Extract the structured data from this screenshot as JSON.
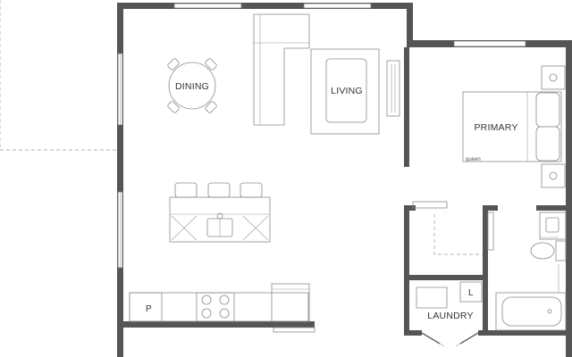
{
  "rooms": {
    "dining": "DINING",
    "living": "LIVING",
    "primary": "PRIMARY",
    "laundry": "LAUNDRY"
  },
  "fixtures": {
    "bed_size": "queen",
    "pantry": "P",
    "linen": "L"
  },
  "colors": {
    "wall": "#555555",
    "fixture_line": "#8a8a8a",
    "background": "#ffffff"
  }
}
